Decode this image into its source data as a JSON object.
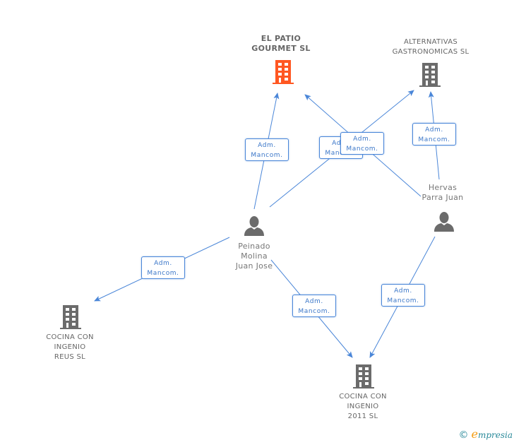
{
  "colors": {
    "edge": "#4a86d8",
    "focus_company": "#ff5722",
    "company": "#6b6b6b",
    "person": "#6b6b6b",
    "label_text": "#3a76c8"
  },
  "nodes": {
    "el_patio": {
      "label": "EL PATIO\nGOURMET  SL",
      "type": "company",
      "focus": true,
      "icon": "building-icon"
    },
    "alternativas": {
      "label": "ALTERNATIVAS\nGASTRONOMICAS SL",
      "type": "company",
      "focus": false,
      "icon": "building-icon"
    },
    "hervas": {
      "label": "Hervas\nParra Juan",
      "type": "person",
      "icon": "person-icon"
    },
    "peinado": {
      "label": "Peinado\nMolina\nJuan Jose",
      "type": "person",
      "icon": "person-icon"
    },
    "cocina_reus": {
      "label": "COCINA CON\nINGENIO\nREUS  SL",
      "type": "company",
      "focus": false,
      "icon": "building-icon"
    },
    "cocina_2011": {
      "label": "COCINA CON\nINGENIO\n2011 SL",
      "type": "company",
      "focus": false,
      "icon": "building-icon"
    }
  },
  "edges": [
    {
      "from": "peinado",
      "to": "el_patio",
      "label_line1": "Adm.",
      "label_line2": "Mancom."
    },
    {
      "from": "peinado",
      "to": "alternativas",
      "label_line1": "Adm.",
      "label_line2": "Mancom."
    },
    {
      "from": "hervas",
      "to": "el_patio",
      "label_line1": "Adm.",
      "label_line2": "Mancom."
    },
    {
      "from": "hervas",
      "to": "alternativas",
      "label_line1": "Adm.",
      "label_line2": "Mancom."
    },
    {
      "from": "peinado",
      "to": "cocina_reus",
      "label_line1": "Adm.",
      "label_line2": "Mancom."
    },
    {
      "from": "peinado",
      "to": "cocina_2011",
      "label_line1": "Adm.",
      "label_line2": "Mancom."
    },
    {
      "from": "hervas",
      "to": "cocina_2011",
      "label_line1": "Adm.",
      "label_line2": "Mancom."
    }
  ],
  "footer": {
    "copyright": "©",
    "brand_initial": "e",
    "brand_rest": "mpresia"
  }
}
